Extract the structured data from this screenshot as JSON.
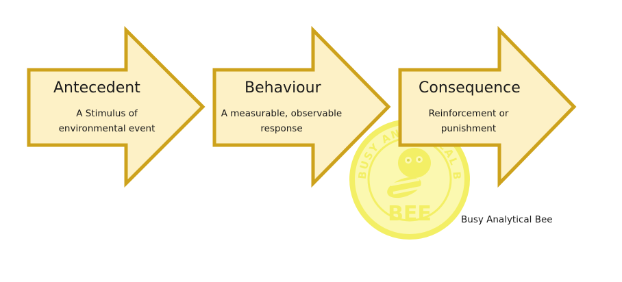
{
  "steps": [
    {
      "title": "Antecedent",
      "line1": "A Stimulus of",
      "line2": "environmental event"
    },
    {
      "title": "Behaviour",
      "line1": "A measurable, observable",
      "line2": "response"
    },
    {
      "title": "Consequence",
      "line1": "Reinforcement or",
      "line2": "punishment"
    }
  ],
  "watermark": {
    "text": "BUSY ANALYTICAL BEE",
    "bee": "BEE",
    "caption": "Busy Analytical Bee"
  },
  "colors": {
    "arrow_fill": "#fdf1c6",
    "arrow_stroke": "#cda21c",
    "watermark": "#f2ee55"
  }
}
